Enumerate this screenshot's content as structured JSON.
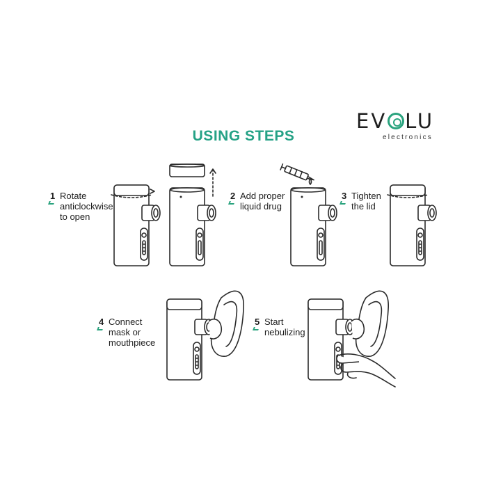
{
  "brand": {
    "name_before_o": "EV",
    "name_after_o": "LU",
    "sub": "electronics"
  },
  "title": "USING STEPS",
  "steps": [
    {
      "num": "1",
      "text": "Rotate\nanticlockwise\nto open"
    },
    {
      "num": "2",
      "text": "Add proper\nliquid drug"
    },
    {
      "num": "3",
      "text": "Tighten\nthe lid"
    },
    {
      "num": "4",
      "text": "Connect\nmask or\nmouthpiece"
    },
    {
      "num": "5",
      "text": "Start\nnebulizing"
    }
  ],
  "colors": {
    "accent": "#25a286",
    "line": "#2b2b2b"
  },
  "icons": [
    "nebulizer-device-icon",
    "lid-icon",
    "arrow-up-icon",
    "syringe-icon",
    "face-mask-icon",
    "hand-icon"
  ]
}
